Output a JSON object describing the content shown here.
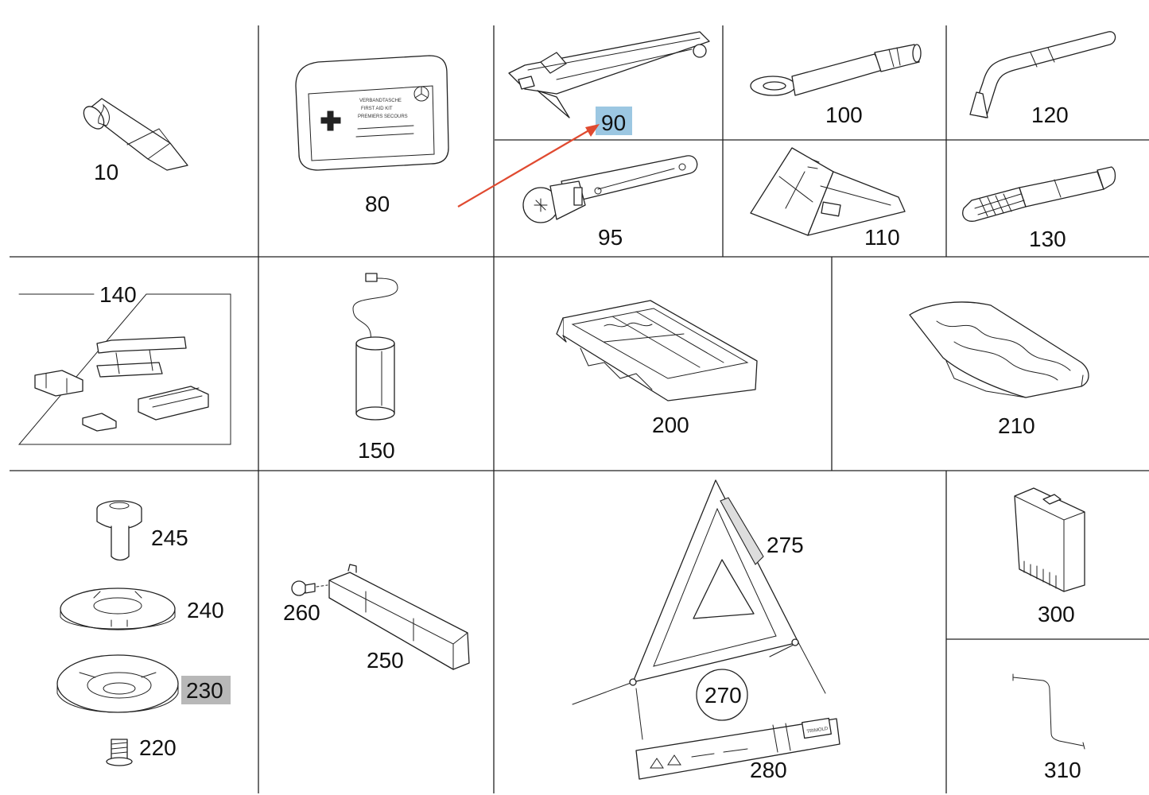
{
  "parts": [
    {
      "id": "p10",
      "label": "10"
    },
    {
      "id": "p80",
      "label": "80"
    },
    {
      "id": "p90",
      "label": "90",
      "highlight": "blue"
    },
    {
      "id": "p95",
      "label": "95"
    },
    {
      "id": "p100",
      "label": "100"
    },
    {
      "id": "p110",
      "label": "110"
    },
    {
      "id": "p120",
      "label": "120"
    },
    {
      "id": "p130",
      "label": "130"
    },
    {
      "id": "p140",
      "label": "140"
    },
    {
      "id": "p150",
      "label": "150"
    },
    {
      "id": "p200",
      "label": "200"
    },
    {
      "id": "p210",
      "label": "210"
    },
    {
      "id": "p220",
      "label": "220"
    },
    {
      "id": "p230",
      "label": "230",
      "highlight": "grey"
    },
    {
      "id": "p240",
      "label": "240"
    },
    {
      "id": "p245",
      "label": "245"
    },
    {
      "id": "p250",
      "label": "250"
    },
    {
      "id": "p260",
      "label": "260"
    },
    {
      "id": "p270",
      "label": "270"
    },
    {
      "id": "p275",
      "label": "275"
    },
    {
      "id": "p280",
      "label": "280"
    },
    {
      "id": "p300",
      "label": "300"
    },
    {
      "id": "p310",
      "label": "310"
    }
  ],
  "first_aid_kit_text": [
    "VERBANDTASCHE",
    "FIRST AID KIT",
    "PREMIERS SECOURS"
  ],
  "warning_case_brand": "TRIMOLD",
  "colors": {
    "highlight_blue": "#9cc7e2",
    "highlight_grey": "#b8b8b8",
    "arrow": "#e04a30",
    "line": "#222222"
  }
}
